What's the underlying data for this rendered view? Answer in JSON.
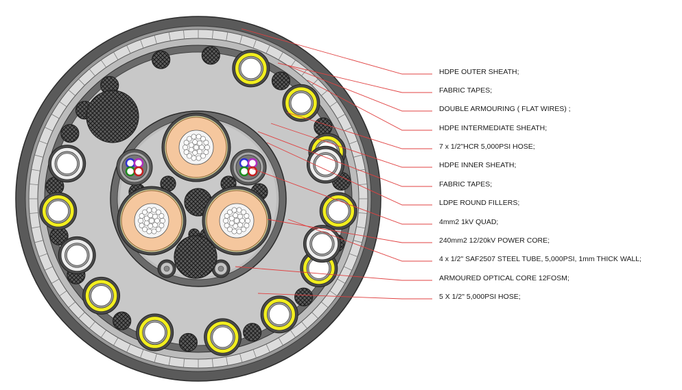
{
  "labels": [
    {
      "id": "hdpe-outer-sheath",
      "text": "HDPE OUTER SHEATH;"
    },
    {
      "id": "fabric-tapes-outer",
      "text": "FABRIC TAPES;"
    },
    {
      "id": "double-armouring",
      "text": "DOUBLE ARMOURING ( FLAT WIRES)    ;"
    },
    {
      "id": "hdpe-intermediate-sheath",
      "text": "HDPE INTERMEDIATE SHEATH;"
    },
    {
      "id": "hcr-hose",
      "text": "7 x 1/2\"HCR 5,000PSI HOSE;"
    },
    {
      "id": "hdpe-inner-sheath",
      "text": "HDPE INNER SHEATH;"
    },
    {
      "id": "fabric-tapes-inner",
      "text": "FABRIC TAPES;"
    },
    {
      "id": "ldpe-round-fillers",
      "text": "LDPE ROUND FILLERS;"
    },
    {
      "id": "quad-cable",
      "text": "4mm2 1kV QUAD;"
    },
    {
      "id": "power-core",
      "text": "240mm2 12/20kV POWER CORE;"
    },
    {
      "id": "steel-tube",
      "text": "4 x 1/2\" SAF2507 STEEL TUBE, 5,000PSI, 1mm THICK WALL;"
    },
    {
      "id": "optical-core",
      "text": "ARMOURED OPTICAL CORE 12FOSM;"
    },
    {
      "id": "hose-5x",
      "text": "5 X 1/2\" 5,000PSI HOSE;"
    }
  ],
  "colors": {
    "leader_line": "#e04040",
    "sheath_dark": "#5a5a5a",
    "armour_light": "#dcdcdc",
    "hose_yellow": "#f2ee1e",
    "power_core_copper": "#f5c79e",
    "quad_blue": "#2d2fd0",
    "quad_green": "#1c8a1c",
    "quad_red": "#c41e1e",
    "quad_magenta": "#b02cc0"
  },
  "icons": {
    "filler": "hatched-circle",
    "hose": "ringed-circle",
    "power_core": "stranded-conductor"
  }
}
